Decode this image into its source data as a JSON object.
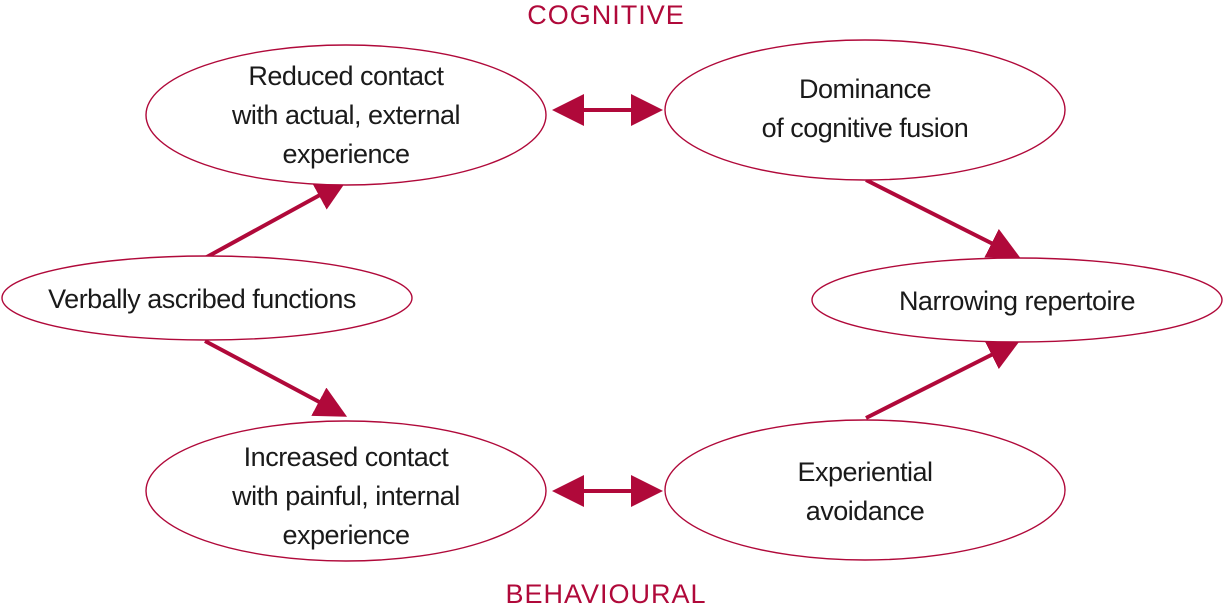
{
  "labels": {
    "top": "COGNITIVE",
    "bottom": "BEHAVIOURAL"
  },
  "colors": {
    "accent": "#b0093a",
    "text": "#1a1a1a"
  },
  "nodes": {
    "reduced_contact": [
      "Reduced contact",
      "with actual, external",
      "experience"
    ],
    "dominance_fusion": [
      "Dominance",
      "of cognitive fusion"
    ],
    "verbally_ascribed": [
      "Verbally ascribed functions"
    ],
    "narrowing_repertoire": [
      "Narrowing repertoire"
    ],
    "increased_contact": [
      "Increased contact",
      "with painful, internal",
      "experience"
    ],
    "experiential_avoidance": [
      "Experiential",
      "avoidance"
    ]
  },
  "edges": [
    {
      "from": "verbally_ascribed",
      "to": "reduced_contact",
      "type": "one-way"
    },
    {
      "from": "verbally_ascribed",
      "to": "increased_contact",
      "type": "one-way"
    },
    {
      "from": "reduced_contact",
      "to": "dominance_fusion",
      "type": "two-way"
    },
    {
      "from": "increased_contact",
      "to": "experiential_avoidance",
      "type": "two-way"
    },
    {
      "from": "dominance_fusion",
      "to": "narrowing_repertoire",
      "type": "one-way"
    },
    {
      "from": "experiential_avoidance",
      "to": "narrowing_repertoire",
      "type": "one-way"
    }
  ]
}
